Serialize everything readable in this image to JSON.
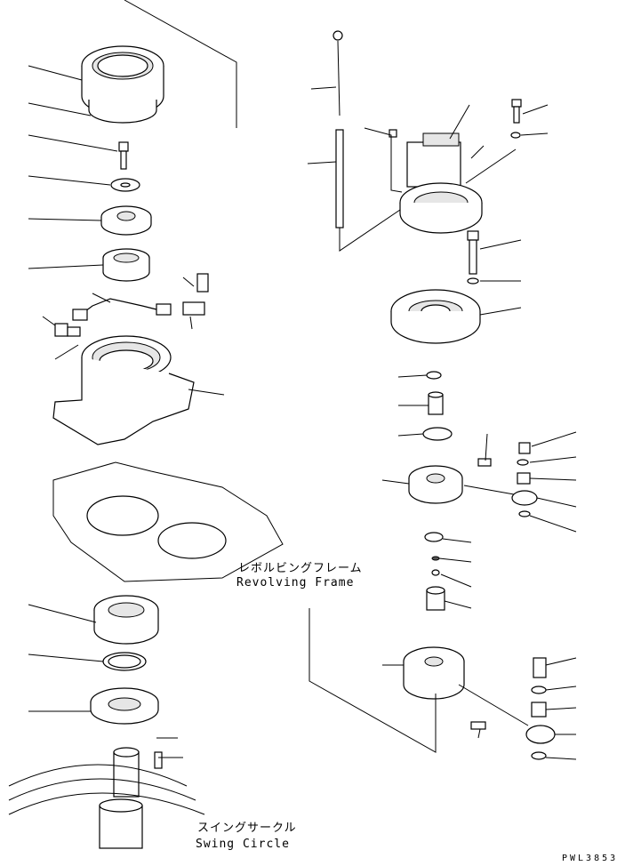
{
  "labels": {
    "revolving_frame_jp": "レボルビングフレーム",
    "revolving_frame_en": "Revolving Frame",
    "swing_circle_jp": "スイングサークル",
    "swing_circle_en": "Swing Circle",
    "drawing_code": "PWL3853"
  },
  "icons": {
    "gear_ring": "ring-gear-icon",
    "bolt": "bolt-icon",
    "washer": "washer-icon",
    "bearing": "bearing-icon",
    "motor": "swing-motor-icon",
    "shaft": "pinion-shaft-icon"
  }
}
